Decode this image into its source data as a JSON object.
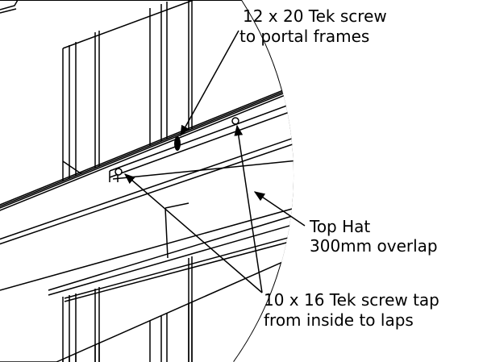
{
  "callouts": {
    "portal_screw": {
      "line1": "12 x 20 Tek screw",
      "line2": "to portal frames"
    },
    "top_hat": {
      "line1": "Top Hat",
      "line2": "300mm overlap"
    },
    "lap_screw": {
      "line1": "10 x 16 Tek screw tap",
      "line2": "from inside to laps"
    }
  },
  "colors": {
    "line": "#000000",
    "background": "#ffffff"
  }
}
